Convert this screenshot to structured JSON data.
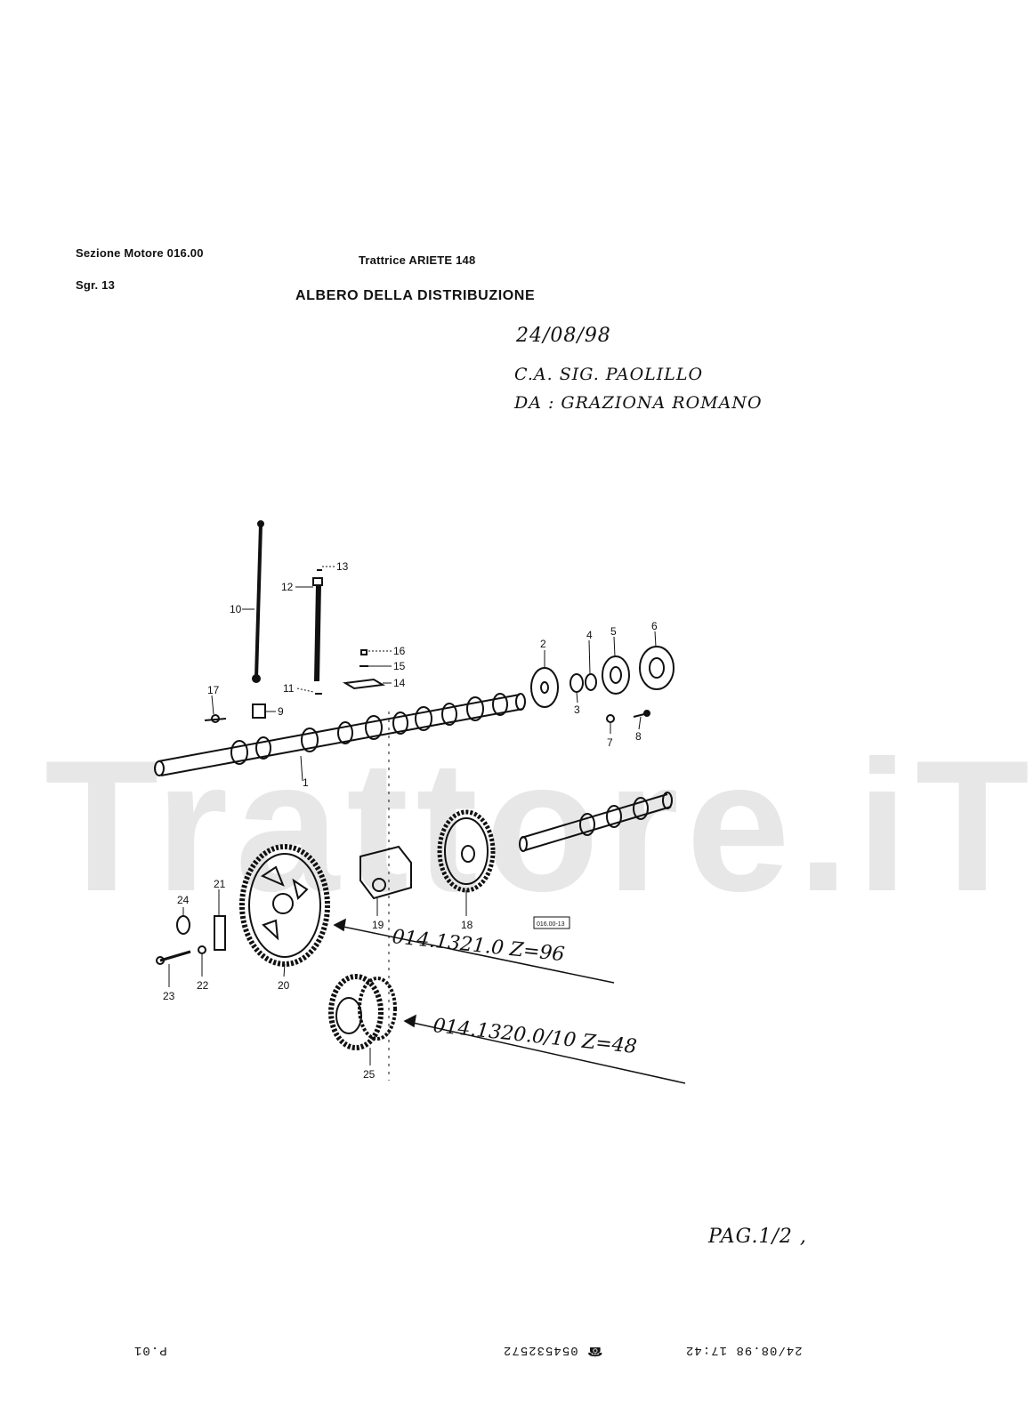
{
  "header": {
    "section": "Sezione Motore 016.00",
    "subgroup": "Sgr. 13",
    "model": "Trattrice ARIETE 148",
    "title": "ALBERO DELLA DISTRIBUZIONE"
  },
  "handwritten": {
    "date": "24/08/98",
    "attention": "C.A. SIG. PAOLILLO",
    "from": "DA : GRAZIONA ROMANO",
    "page": "PAG.1/2 ,"
  },
  "watermark": "Trattore.iT",
  "diagram": {
    "ref_code": "016.00-13",
    "part_labels": [
      "1",
      "2",
      "3",
      "4",
      "5",
      "6",
      "7",
      "8",
      "9",
      "10",
      "11",
      "12",
      "13",
      "14",
      "15",
      "16",
      "17",
      "18",
      "19",
      "20",
      "21",
      "22",
      "23",
      "24",
      "25"
    ],
    "annotations": [
      {
        "part": "20",
        "text": "014.1321.0 Z=96"
      },
      {
        "part": "25",
        "text": "014.1320.0/10 Z=48"
      }
    ]
  },
  "fax_footer": {
    "page": "P.01",
    "number": "☎ 054532572",
    "datetime": "24/08.98  17:42"
  }
}
